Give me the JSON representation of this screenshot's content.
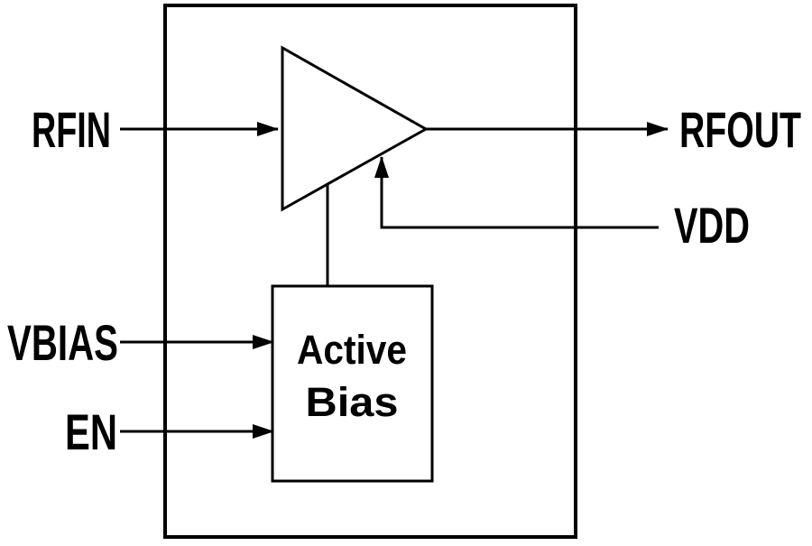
{
  "diagram": {
    "pins": {
      "rfin": "RFIN",
      "rfout": "RFOUT",
      "vdd": "VDD",
      "vbias": "VBIAS",
      "en": "EN"
    },
    "blocks": {
      "active_bias": {
        "line1": "Active",
        "line2": "Bias"
      }
    },
    "colors": {
      "line": "#000000",
      "background": "#ffffff"
    }
  }
}
